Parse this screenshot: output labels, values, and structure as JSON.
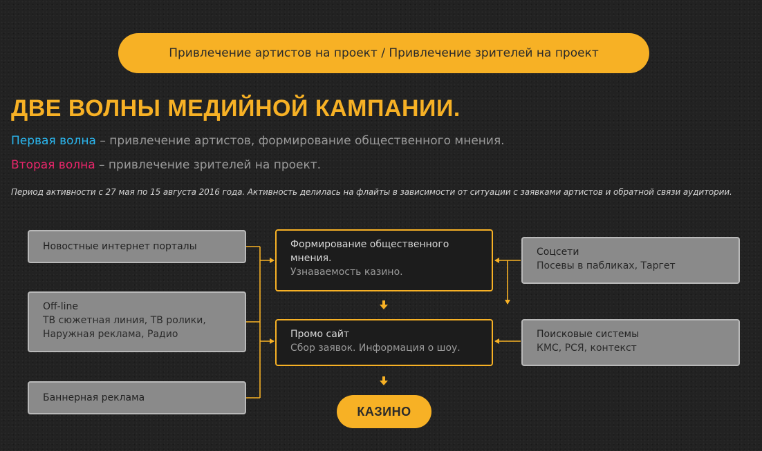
{
  "header": {
    "pill_text": "Привлечение артистов на проект / Привлечение зрителей на проект"
  },
  "title": "ДВЕ ВОЛНЫ МЕДИЙНОЙ КАМПАНИИ.",
  "waves": [
    {
      "label": "Первая волна",
      "text": " – привлечение артистов, формирование общественного мнения.",
      "color": "#2bb6ee"
    },
    {
      "label": "Вторая волна",
      "text": " – привлечение зрителей на проект.",
      "color": "#e8266a"
    }
  ],
  "note": "Период активности с 27 мая по 15 августа 2016 года. Активность делилась на флайты в зависимости от ситуации с заявками артистов и обратной связи аудитории.",
  "left_boxes": [
    {
      "title": "Новостные интернет порталы",
      "sub": ""
    },
    {
      "title": "Off-line",
      "sub": "ТВ сюжетная линия, ТВ ролики, Наружная реклама, Радио"
    },
    {
      "title": "Баннерная реклама",
      "sub": ""
    }
  ],
  "center_boxes": [
    {
      "title": "Формирование общественного мнения.",
      "sub": "Узнаваемость казино."
    },
    {
      "title": "Промо сайт",
      "sub": "Сбор заявок. Информация о шоу."
    }
  ],
  "right_boxes": [
    {
      "title": "Соцсети",
      "sub": "Посевы в пабликах, Таргет"
    },
    {
      "title": "Поисковые системы",
      "sub": "КМС, РСЯ, контекст"
    }
  ],
  "result": {
    "label": "КАЗИНО"
  },
  "colors": {
    "accent": "#f7b125",
    "first_wave": "#2bb6ee",
    "second_wave": "#e8266a",
    "background": "#232323"
  }
}
